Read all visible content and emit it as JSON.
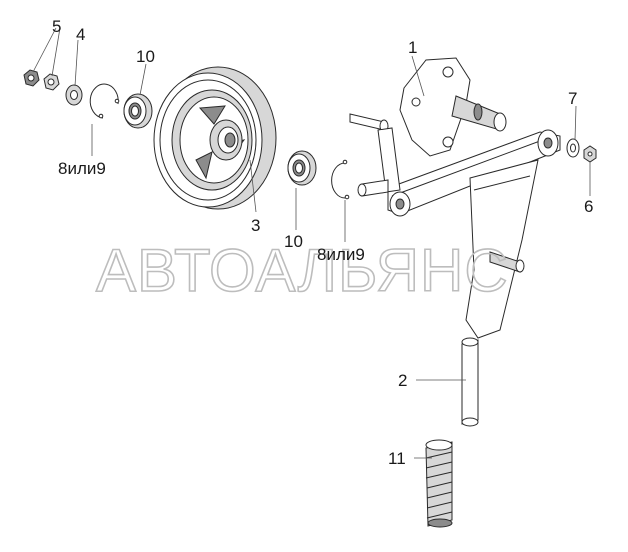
{
  "watermark": "АВТОАЛЬЯНС",
  "callouts": {
    "p1": "1",
    "p2": "2",
    "p3": "3",
    "p4": "4",
    "p5": "5",
    "p6": "6",
    "p7": "7",
    "p10_top": "10",
    "p10_bottom": "10",
    "p11": "11",
    "p8or9_left": "8или9",
    "p8or9_right": "8или9"
  },
  "colors": {
    "line": "#2a2a2a",
    "watermark": "#bdbdbd",
    "background": "#ffffff"
  }
}
